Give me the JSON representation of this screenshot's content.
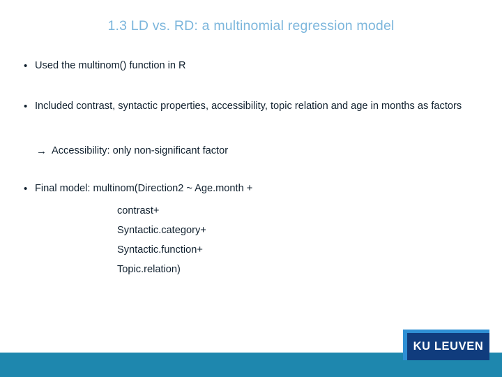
{
  "slide": {
    "title": "1.3 LD vs. RD: a multinomial regression model",
    "title_color": "#7CB6DC",
    "body_text_color": "#10202E",
    "background_color": "#ffffff"
  },
  "bullets": [
    {
      "marker": "•",
      "text": "Used the multinom() function in R"
    },
    {
      "marker": "•",
      "text": "Included contrast, syntactic properties, accessibility, topic relation and age in months as factors"
    }
  ],
  "sub_bullet": {
    "marker": "→",
    "text": "Accessibility: only non-significant factor"
  },
  "final_model": {
    "marker": "•",
    "lead": "Final model: multinom(Direction2 ~ Age.month +",
    "lines": [
      "contrast+",
      "Syntactic.category+",
      "Syntactic.function+",
      "Topic.relation)"
    ]
  },
  "footer": {
    "bar_color": "#1E87AE",
    "logo": {
      "text": "KU LEUVEN",
      "box_color": "#103C7D",
      "accent_color": "#2E8FD4",
      "text_color": "#ffffff"
    }
  }
}
